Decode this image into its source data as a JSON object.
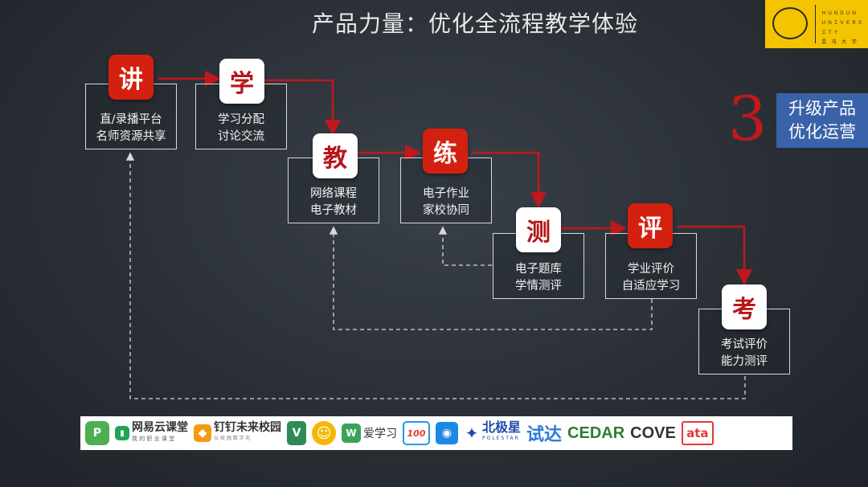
{
  "title": "产品力量：优化全流程教学体验",
  "logo": {
    "lines": [
      "ＨＵＮＤＵＮ",
      "ＵＮＩＶＥＲＳＩＴＹ",
      "混 沌 大 学"
    ]
  },
  "step_number": "3",
  "badge": {
    "line1": "升级产品",
    "line2": "优化运营"
  },
  "steps": [
    {
      "char": "讲",
      "line1": "直/录播平台",
      "line2": "名师资源共享"
    },
    {
      "char": "学",
      "line1": "学习分配",
      "line2": "讨论交流"
    },
    {
      "char": "教",
      "line1": "网络课程",
      "line2": "电子教材"
    },
    {
      "char": "练",
      "line1": "电子作业",
      "line2": "家校协同"
    },
    {
      "char": "测",
      "line1": "电子题库",
      "line2": "学情测评"
    },
    {
      "char": "评",
      "line1": "学业评价",
      "line2": "自适应学习"
    },
    {
      "char": "考",
      "line1": "考试评价",
      "line2": "能力测评"
    }
  ],
  "partners": [
    {
      "mark": "P",
      "color": "#4caf50",
      "name": ""
    },
    {
      "mark": "▮",
      "color": "#23a455",
      "name": "网易云课堂",
      "sub": "我 的 职 业 课 堂"
    },
    {
      "mark": "◆",
      "color": "#f39c12",
      "name": "钉钉未来校园",
      "sub": "以 校 园 数 字 化"
    },
    {
      "mark": "V",
      "color": "#2e8b57",
      "name": ""
    },
    {
      "mark": "☺",
      "color": "#f5b800",
      "name": ""
    },
    {
      "mark": "W",
      "color": "#3aa35b",
      "name": "爱学习"
    },
    {
      "mark": "100",
      "color": "#f0a020",
      "name": ""
    },
    {
      "mark": "◉",
      "color": "#1e88e5",
      "name": ""
    },
    {
      "mark": "✦",
      "color": "#1f4aa8",
      "name": "北极星",
      "sub": "POLESTAR"
    },
    {
      "mark": "",
      "color": "#2e7bd6",
      "name": "试达"
    },
    {
      "mark": "",
      "color": "#2e7d32",
      "name": "CEDAR"
    },
    {
      "mark": "",
      "color": "#333333",
      "name": "COVE"
    },
    {
      "mark": "ata",
      "color": "#e53935",
      "name": ""
    }
  ],
  "colors": {
    "accent_red": "#c0181c",
    "badge_blue": "#3a62a8",
    "logo_yellow": "#f5c400"
  }
}
